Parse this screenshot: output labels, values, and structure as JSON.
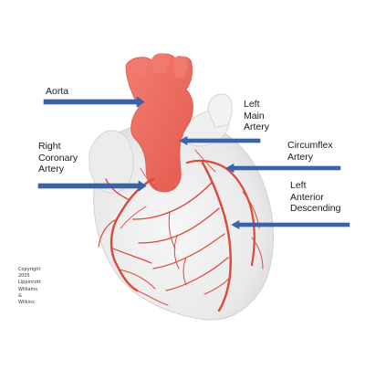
{
  "diagram": {
    "labels": {
      "aorta": "Aorta",
      "left_main_artery": "Left\nMain\nArtery",
      "right_coronary_artery": "Right\nCoronary\nArtery",
      "circumflex_artery": "Circumflex\nArtery",
      "left_anterior_descending": "Left\nAnterior\nDescending"
    },
    "copyright": "Copyright\n2005\nLippincott\nWilliams\n&\nWilkins",
    "colors": {
      "artery": "#d94a3a",
      "aorta": "#ef6f63",
      "heart_body": "#eeeeee",
      "heart_edge": "#d4d4d4",
      "pointer_arrow": "#3a63a8"
    }
  }
}
